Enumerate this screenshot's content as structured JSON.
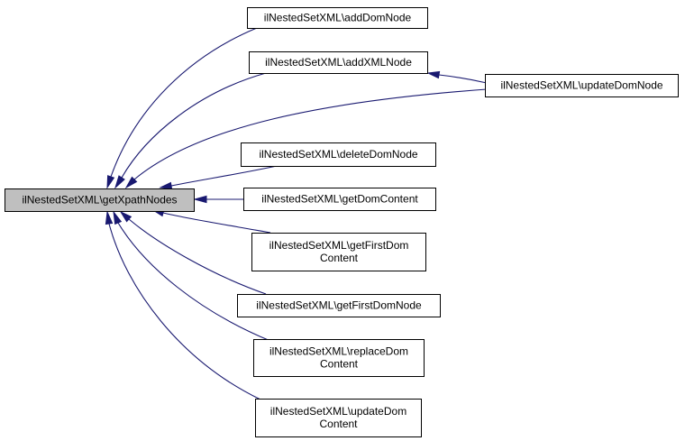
{
  "diagram": {
    "edge_color": "#191970",
    "root_fill": "#bfbfbf",
    "nodes": [
      {
        "id": "getXpathNodes",
        "lines": [
          "ilNestedSetXML\\getXpathNodes"
        ]
      },
      {
        "id": "addDomNode",
        "lines": [
          "ilNestedSetXML\\addDomNode"
        ]
      },
      {
        "id": "addXMLNode",
        "lines": [
          "ilNestedSetXML\\addXMLNode"
        ]
      },
      {
        "id": "updateDomNode",
        "lines": [
          "ilNestedSetXML\\updateDomNode"
        ]
      },
      {
        "id": "deleteDomNode",
        "lines": [
          "ilNestedSetXML\\deleteDomNode"
        ]
      },
      {
        "id": "getDomContent",
        "lines": [
          "ilNestedSetXML\\getDomContent"
        ]
      },
      {
        "id": "getFirstDomContent",
        "lines": [
          "ilNestedSetXML\\getFirstDom",
          "Content"
        ]
      },
      {
        "id": "getFirstDomNode",
        "lines": [
          "ilNestedSetXML\\getFirstDomNode"
        ]
      },
      {
        "id": "replaceDomContent",
        "lines": [
          "ilNestedSetXML\\replaceDom",
          "Content"
        ]
      },
      {
        "id": "updateDomContent",
        "lines": [
          "ilNestedSetXML\\updateDom",
          "Content"
        ]
      }
    ],
    "edges": [
      {
        "from": "addDomNode",
        "to": "getXpathNodes"
      },
      {
        "from": "addXMLNode",
        "to": "getXpathNodes"
      },
      {
        "from": "updateDomNode",
        "to": "getXpathNodes"
      },
      {
        "from": "updateDomNode",
        "to": "addXMLNode"
      },
      {
        "from": "deleteDomNode",
        "to": "getXpathNodes"
      },
      {
        "from": "getDomContent",
        "to": "getXpathNodes"
      },
      {
        "from": "getFirstDomContent",
        "to": "getXpathNodes"
      },
      {
        "from": "getFirstDomNode",
        "to": "getXpathNodes"
      },
      {
        "from": "replaceDomContent",
        "to": "getXpathNodes"
      },
      {
        "from": "updateDomContent",
        "to": "getXpathNodes"
      }
    ]
  }
}
